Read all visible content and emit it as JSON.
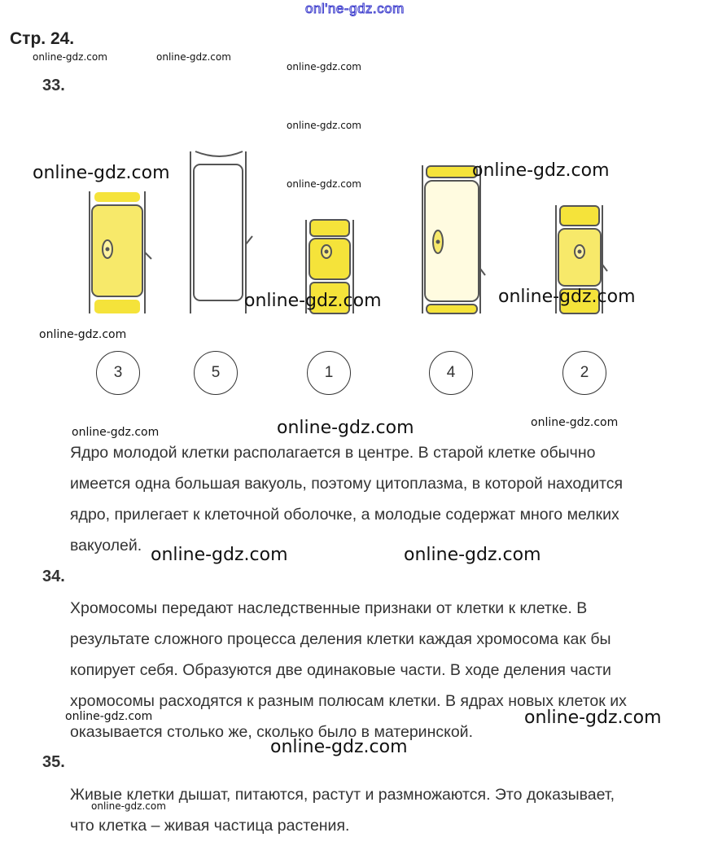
{
  "header_watermark": "onl'ne-gdz.com",
  "page_title": "Стр. 24.",
  "watermark": "online-gdz.com",
  "tasks": [
    {
      "number": "33.",
      "lines": [
        "Ядро молодой клетки располагается в центре. В старой клетке обычно",
        "имеется одна большая вакуоль, поэтому цитоплазма, в которой находится",
        "ядро, прилегает к клеточной оболочке, а молодые содержат много мелких",
        "вакуолей."
      ]
    },
    {
      "number": "34.",
      "lines": [
        "Хромосомы передают наследственные признаки от клетки к клетке. В",
        "результате сложного процесса деления клетки каждая хромосома как бы",
        "копирует себя. Образуются две одинаковые части. В ходе деления части",
        "хромосомы расходятся к разным полюсам клетки. В ядрах новых клеток их",
        "оказывается столько же, сколько было в материнской."
      ]
    },
    {
      "number": "35.",
      "lines": [
        "Живые клетки дышат, питаются, растут и размножаются. Это доказывает,",
        "что клетка – живая частица растения."
      ]
    }
  ],
  "cell_order_labels": [
    "3",
    "5",
    "1",
    "4",
    "2"
  ],
  "colors": {
    "cytoplasm": "#f5e33a",
    "outline": "#555555",
    "watermark_top": "#3a3acc"
  }
}
